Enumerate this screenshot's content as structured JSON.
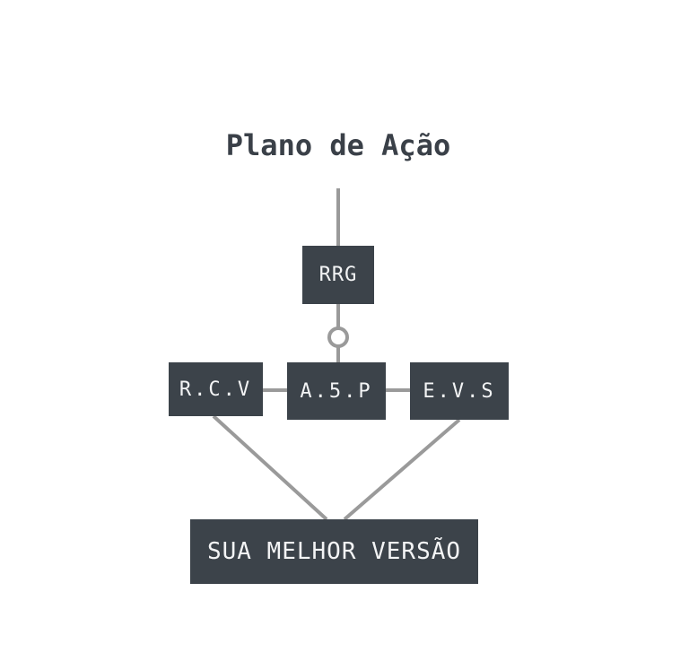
{
  "diagram": {
    "title": "Plano de Ação",
    "nodes": {
      "top": "RRG",
      "left": "R.C.V",
      "center": "A.5.P",
      "right": "E.V.S",
      "bottom": "SUA MELHOR VERSÃO"
    }
  },
  "colors": {
    "box_fill": "#3c434a",
    "box_text": "#f3f4f5",
    "connector": "#9a9a9a",
    "title_text": "#3a4048"
  }
}
